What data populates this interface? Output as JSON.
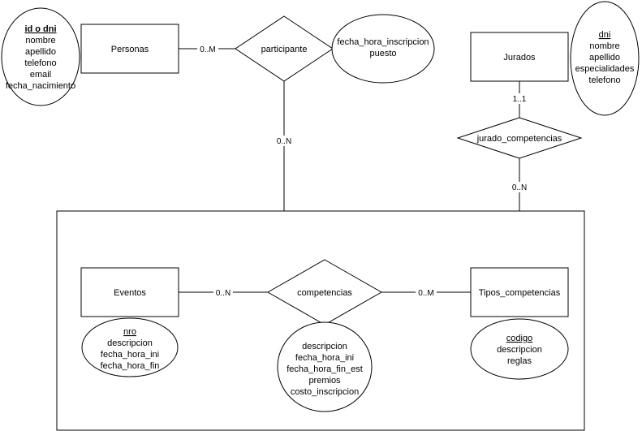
{
  "diagram": {
    "entities": {
      "personas": "Personas",
      "jurados": "Jurados",
      "eventos": "Eventos",
      "tipos_competencias": "Tipos_competencias"
    },
    "relationships": {
      "participante": "participante",
      "jurado_competencias": "jurado_competencias",
      "competencias": "competencias"
    },
    "attributes": {
      "personas": [
        "id o dni",
        "nombre",
        "apellido",
        "telefono",
        "email",
        "fecha_nacimiento"
      ],
      "participante": [
        "fecha_hora_inscripcion",
        "puesto"
      ],
      "jurados": [
        "dni",
        "nombre",
        "apellido",
        "especialidades",
        "telefono"
      ],
      "eventos": [
        "nro",
        "descripcion",
        "fecha_hora_ini",
        "fecha_hora_fin"
      ],
      "competencias": [
        "descripcion",
        "fecha_hora_ini",
        "fecha_hora_fin_est",
        "premios",
        "costo_inscripcion"
      ],
      "tipos_competencias": [
        "codigo",
        "descripcion",
        "reglas"
      ]
    },
    "cardinalities": {
      "personas_participante": "0..M",
      "participante_aggregate": "0..N",
      "jurados_jurado_competencias": "1..1",
      "jurado_competencias_aggregate": "0..N",
      "eventos_competencias": "0..N",
      "competencias_tipos": "0..M"
    }
  }
}
